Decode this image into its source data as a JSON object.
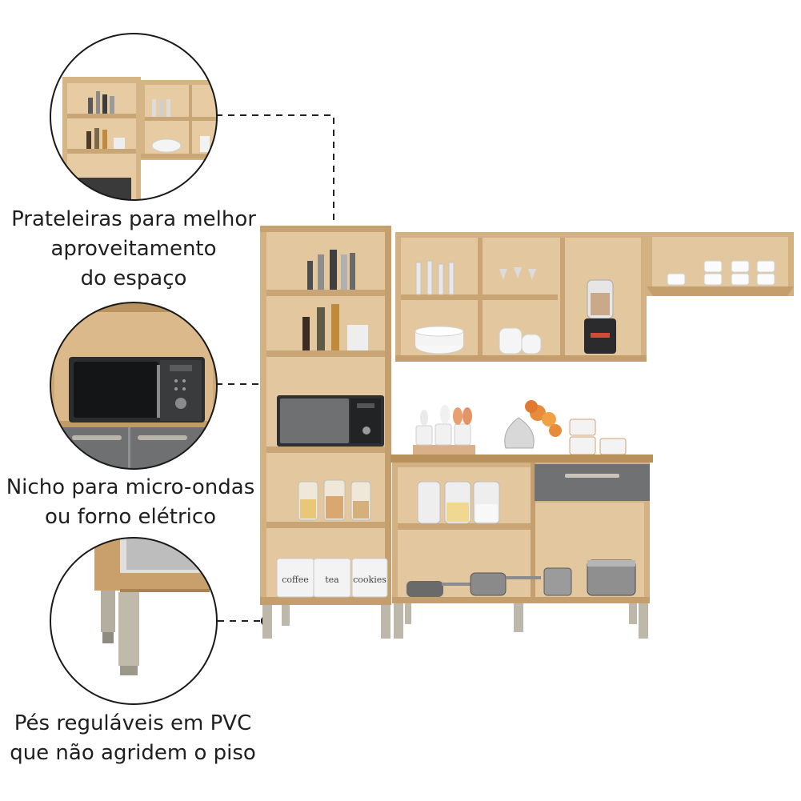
{
  "callouts": [
    {
      "lines": [
        "Prateleiras para melhor",
        "aproveitamento",
        "do espaço"
      ]
    },
    {
      "lines": [
        "Nicho para micro-ondas",
        "ou forno elétrico"
      ]
    },
    {
      "lines": [
        "Pés reguláveis em PVC",
        "que não agridem o piso"
      ]
    }
  ],
  "jar_labels": [
    "coffee",
    "tea",
    "cookies"
  ],
  "colors": {
    "wood": "#d8b78a",
    "wood_dark": "#b8925f",
    "wood_inner": "#e2c59b",
    "drawer_gray": "#707274",
    "leg_gray": "#b8b4a8",
    "leader_line": "#222222"
  }
}
